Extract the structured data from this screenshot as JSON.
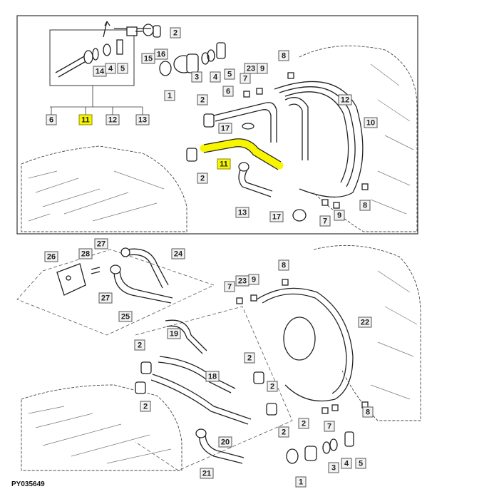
{
  "figure": {
    "code": "PY035649",
    "highlight_color": "#f7f500"
  },
  "callouts": {
    "top_inset": [
      "14",
      "4",
      "5"
    ],
    "top_flange": [
      "16",
      "15"
    ],
    "top_fitting_group": [
      "2",
      "3",
      "4",
      "5",
      "1"
    ],
    "top_tree_row": [
      "6",
      "11",
      "12",
      "13"
    ],
    "top_main": [
      "8",
      "23",
      "9",
      "7",
      "6",
      "12",
      "2",
      "10",
      "17",
      "11",
      "2",
      "13",
      "17",
      "7",
      "9",
      "8"
    ],
    "bottom_main": [
      "27",
      "26",
      "28",
      "24",
      "27",
      "25",
      "7",
      "23",
      "9",
      "8",
      "19",
      "22",
      "2",
      "2",
      "18",
      "2",
      "2",
      "8",
      "7",
      "2",
      "20",
      "2",
      "3",
      "4",
      "5",
      "21",
      "1"
    ]
  }
}
